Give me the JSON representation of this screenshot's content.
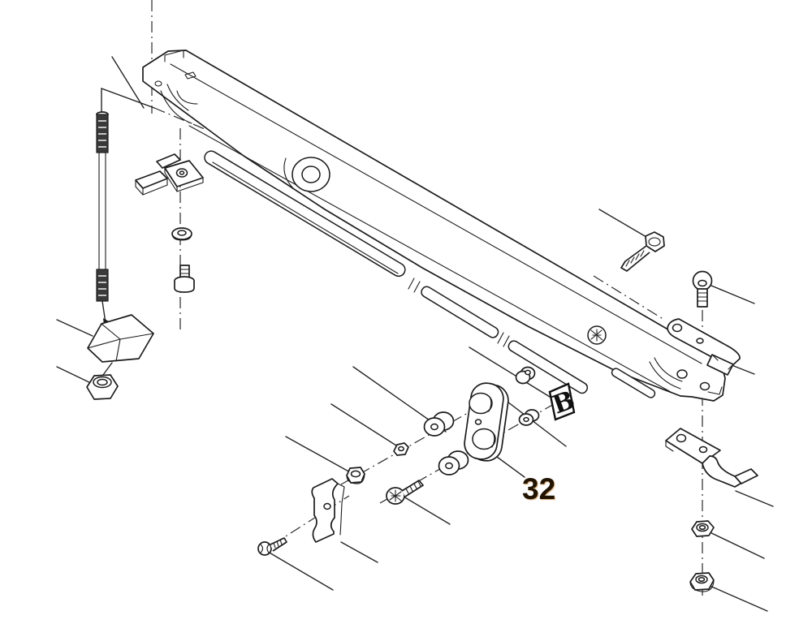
{
  "diagram": {
    "type": "exploded-parts-assembly-drawing",
    "background_color": "#ffffff",
    "line_color": "#1c1c1c",
    "labels": {
      "part_number": "32",
      "part_number_color": "#211403",
      "reference_letter": "B",
      "reference_letter_color": "#101010"
    },
    "parts": [
      {
        "name": "main-beam"
      },
      {
        "name": "threaded-rod"
      },
      {
        "name": "rod-wedge-clamp"
      },
      {
        "name": "hex-lock-nut-left"
      },
      {
        "name": "clip-bracket"
      },
      {
        "name": "flange-nut-small"
      },
      {
        "name": "socket-bolt-small"
      },
      {
        "name": "hex-flange-bolt"
      },
      {
        "name": "button-head-screw"
      },
      {
        "name": "flat-strap-bracket"
      },
      {
        "name": "z-bracket"
      },
      {
        "name": "hex-nut-right-upper"
      },
      {
        "name": "hex-flange-nut-right-lower"
      },
      {
        "name": "pivot-link-plate"
      },
      {
        "name": "spacer-washer-upper"
      },
      {
        "name": "spacer-washer-lower"
      },
      {
        "name": "collar-bushing"
      },
      {
        "name": "hex-nut-center-right"
      },
      {
        "name": "hex-nut-center-small"
      },
      {
        "name": "hex-nut-center-left"
      },
      {
        "name": "hex-bolt-center"
      },
      {
        "name": "scalloped-anchor-plate"
      },
      {
        "name": "self-tapping-screw"
      }
    ]
  }
}
